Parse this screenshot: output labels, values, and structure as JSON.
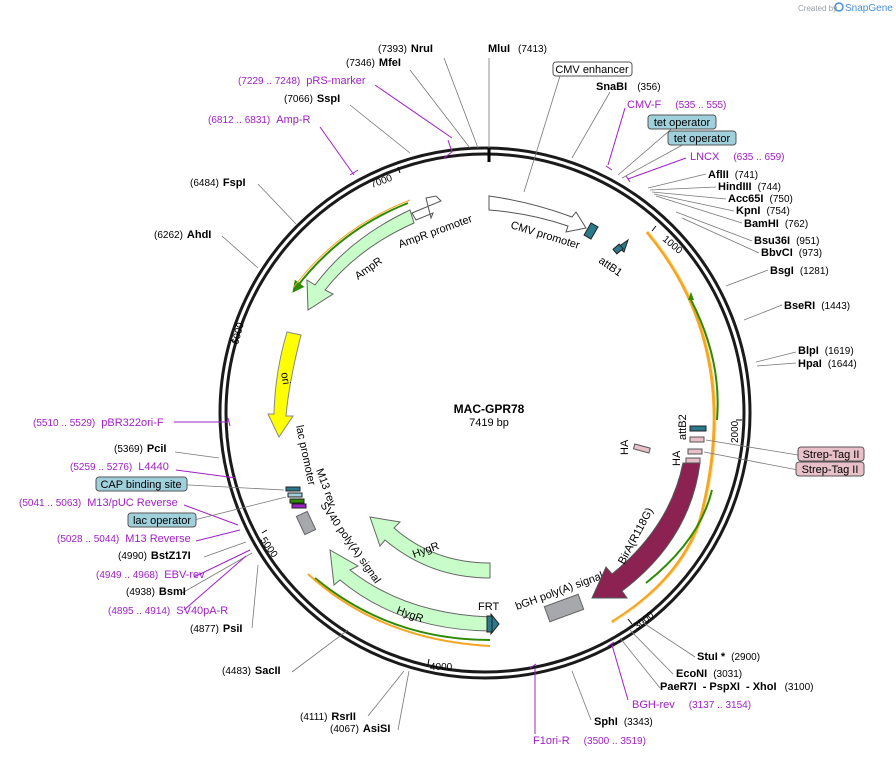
{
  "brand": {
    "created_by": "Created by",
    "name": "SnapGene"
  },
  "plasmid": {
    "name": "MAC-GPR78",
    "size_label": "7419 bp"
  },
  "ruler_ticks": [
    "1000",
    "2000",
    "3000",
    "4000",
    "5000",
    "6000",
    "7000"
  ],
  "enzymes": [
    {
      "id": "nrui",
      "name": "NruI",
      "pos": "(7393)"
    },
    {
      "id": "mfei",
      "name": "MfeI",
      "pos": "(7346)"
    },
    {
      "id": "mlui",
      "name": "MluI",
      "pos": "(7413)"
    },
    {
      "id": "sspi",
      "name": "SspI",
      "pos": "(7066)"
    },
    {
      "id": "snabi",
      "name": "SnaBI",
      "pos": "(356)"
    },
    {
      "id": "fspi",
      "name": "FspI",
      "pos": "(6484)"
    },
    {
      "id": "ahdi",
      "name": "AhdI",
      "pos": "(6262)"
    },
    {
      "id": "aflii",
      "name": "AflII",
      "pos": "(741)"
    },
    {
      "id": "hindiii",
      "name": "HindIII",
      "pos": "(744)"
    },
    {
      "id": "acc65i",
      "name": "Acc65I",
      "pos": "(750)"
    },
    {
      "id": "kpni",
      "name": "KpnI",
      "pos": "(754)"
    },
    {
      "id": "bamhi",
      "name": "BamHI",
      "pos": "(762)"
    },
    {
      "id": "bsu36i",
      "name": "Bsu36I",
      "pos": "(951)"
    },
    {
      "id": "bbvci",
      "name": "BbvCI",
      "pos": "(973)"
    },
    {
      "id": "bsgi",
      "name": "BsgI",
      "pos": "(1281)"
    },
    {
      "id": "bseri",
      "name": "BseRI",
      "pos": "(1443)"
    },
    {
      "id": "blpi",
      "name": "BlpI",
      "pos": "(1619)"
    },
    {
      "id": "hpai",
      "name": "HpaI",
      "pos": "(1644)"
    },
    {
      "id": "pcii",
      "name": "PciI",
      "pos": "(5369)"
    },
    {
      "id": "bstz17i",
      "name": "BstZ17I",
      "pos": "(4990)"
    },
    {
      "id": "bsmi",
      "name": "BsmI",
      "pos": "(4938)"
    },
    {
      "id": "psii",
      "name": "PsiI",
      "pos": "(4877)"
    },
    {
      "id": "sacii",
      "name": "SacII",
      "pos": "(4483)"
    },
    {
      "id": "rsrii",
      "name": "RsrII",
      "pos": "(4111)"
    },
    {
      "id": "asisi",
      "name": "AsiSI",
      "pos": "(4067)"
    },
    {
      "id": "sphi",
      "name": "SphI",
      "pos": "(3343)"
    },
    {
      "id": "stui",
      "name": "StuI *",
      "pos": "(2900)"
    },
    {
      "id": "econi",
      "name": "EcoNI",
      "pos": "(3031)"
    },
    {
      "id": "paer7i",
      "name": "PaeR7I",
      "sep1": "- PspXI",
      "sep2": "- XhoI",
      "pos": "(3100)"
    }
  ],
  "primers": [
    {
      "id": "prs",
      "name": "pRS-marker",
      "range": "(7229 .. 7248)"
    },
    {
      "id": "ampr",
      "name": "Amp-R",
      "range": "(6812 .. 6831)"
    },
    {
      "id": "cmvf",
      "name": "CMV-F",
      "range": "(535 .. 555)"
    },
    {
      "id": "lncx",
      "name": "LNCX",
      "range": "(635 .. 659)"
    },
    {
      "id": "pbr",
      "name": "pBR322ori-F",
      "range": "(5510 .. 5529)"
    },
    {
      "id": "l4440",
      "name": "L4440",
      "range": "(5259 .. 5276)"
    },
    {
      "id": "m13puc",
      "name": "M13/pUC Reverse",
      "range": "(5041 .. 5063)"
    },
    {
      "id": "m13rev",
      "name": "M13 Reverse",
      "range": "(5028 .. 5044)"
    },
    {
      "id": "ebv",
      "name": "EBV-rev",
      "range": "(4949 .. 4968)"
    },
    {
      "id": "sv40pa",
      "name": "SV40pA-R",
      "range": "(4895 .. 4914)"
    },
    {
      "id": "bgh",
      "name": "BGH-rev",
      "range": "(3137 .. 3154)"
    },
    {
      "id": "f1ori",
      "name": "F1ori-R",
      "range": "(3500 .. 3519)"
    }
  ],
  "boxed_labels": {
    "cmv_enhancer": "CMV enhancer",
    "tet_operator_1": "tet operator",
    "tet_operator_2": "tet operator",
    "strep_tag_1": "Strep-Tag II",
    "strep_tag_2": "Strep-Tag II",
    "cap_site": "CAP binding site",
    "lac_operator": "lac operator"
  },
  "features": {
    "cmv_promoter": "CMV promoter",
    "attb1": "attB1",
    "attb2": "attB2",
    "ampr_promoter": "AmpR promoter",
    "ampr": "AmpR",
    "ori": "ori",
    "lac_promoter": "lac promoter",
    "m13_rev": "M13 rev",
    "sv40_polya_1": "SV40 poly(A) signal",
    "hygr_1": "HygR",
    "hygr_2": "HygR",
    "frt": "FRT",
    "bgh_polya": "bGH poly(A) signal",
    "bira": "BirA(R118G)",
    "ha_1": "HA",
    "ha_2": "HA"
  },
  "colors": {
    "backbone": "#1a1a1a",
    "primer": "#a020c8",
    "promoter_fill": "#ffffff",
    "cds_green": "#c8fcc8",
    "ori_yellow": "#ffff00",
    "orf_orange": "#f5a623",
    "orf_green": "#2e8b00",
    "bira": "#8b2252",
    "polya_grey": "#a6a8ab",
    "tag_pink": "#e8c0c8",
    "operator_blue": "#9fd0dc",
    "att_teal": "#2b7a8c"
  }
}
